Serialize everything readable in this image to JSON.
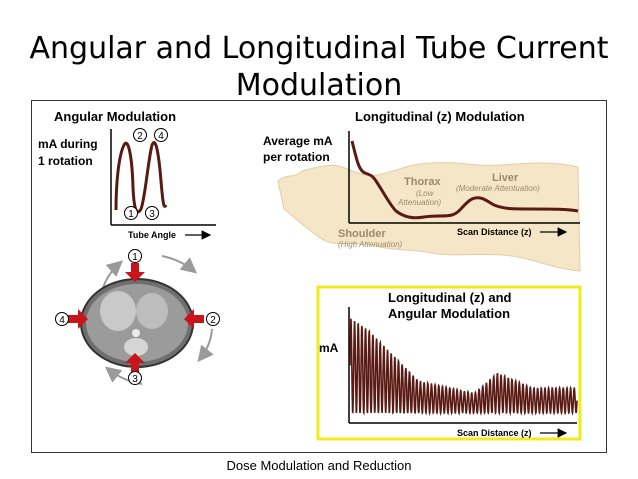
{
  "slide": {
    "title_line1": "Angular and Longitudinal Tube Current",
    "title_line2": "Modulation",
    "caption": "Dose Modulation and Reduction"
  },
  "angular": {
    "heading": "Angular Modulation",
    "ylabel_line1": "mA during",
    "ylabel_line2": "1 rotation",
    "xlabel": "Tube Angle",
    "markers": [
      "1",
      "2",
      "3",
      "4"
    ]
  },
  "longitudinal": {
    "heading": "Longitudinal (z) Modulation",
    "ylabel_line1": "Average mA",
    "ylabel_line2": "per rotation",
    "thorax": "Thorax",
    "thorax_sub1": "(Low",
    "thorax_sub2": "Attenuation)",
    "liver": "Liver",
    "liver_sub": "(Moderate Attentuation)",
    "shoulder": "Shoulder",
    "shoulder_sub": "(High Attenuation)",
    "xlabel": "Scan Distance (z)"
  },
  "combined": {
    "heading_line1": "Longitudinal (z) and",
    "heading_line2": "Angular Modulation",
    "ylabel": "mA",
    "xlabel": "Scan Distance (z)"
  },
  "colors": {
    "curve": "#5a1a14",
    "red_arrow": "#c8141a",
    "body_fill": "#f5e6c8",
    "highlight_box": "#f2ea1c",
    "grey_arrow": "#9a9a9a"
  }
}
